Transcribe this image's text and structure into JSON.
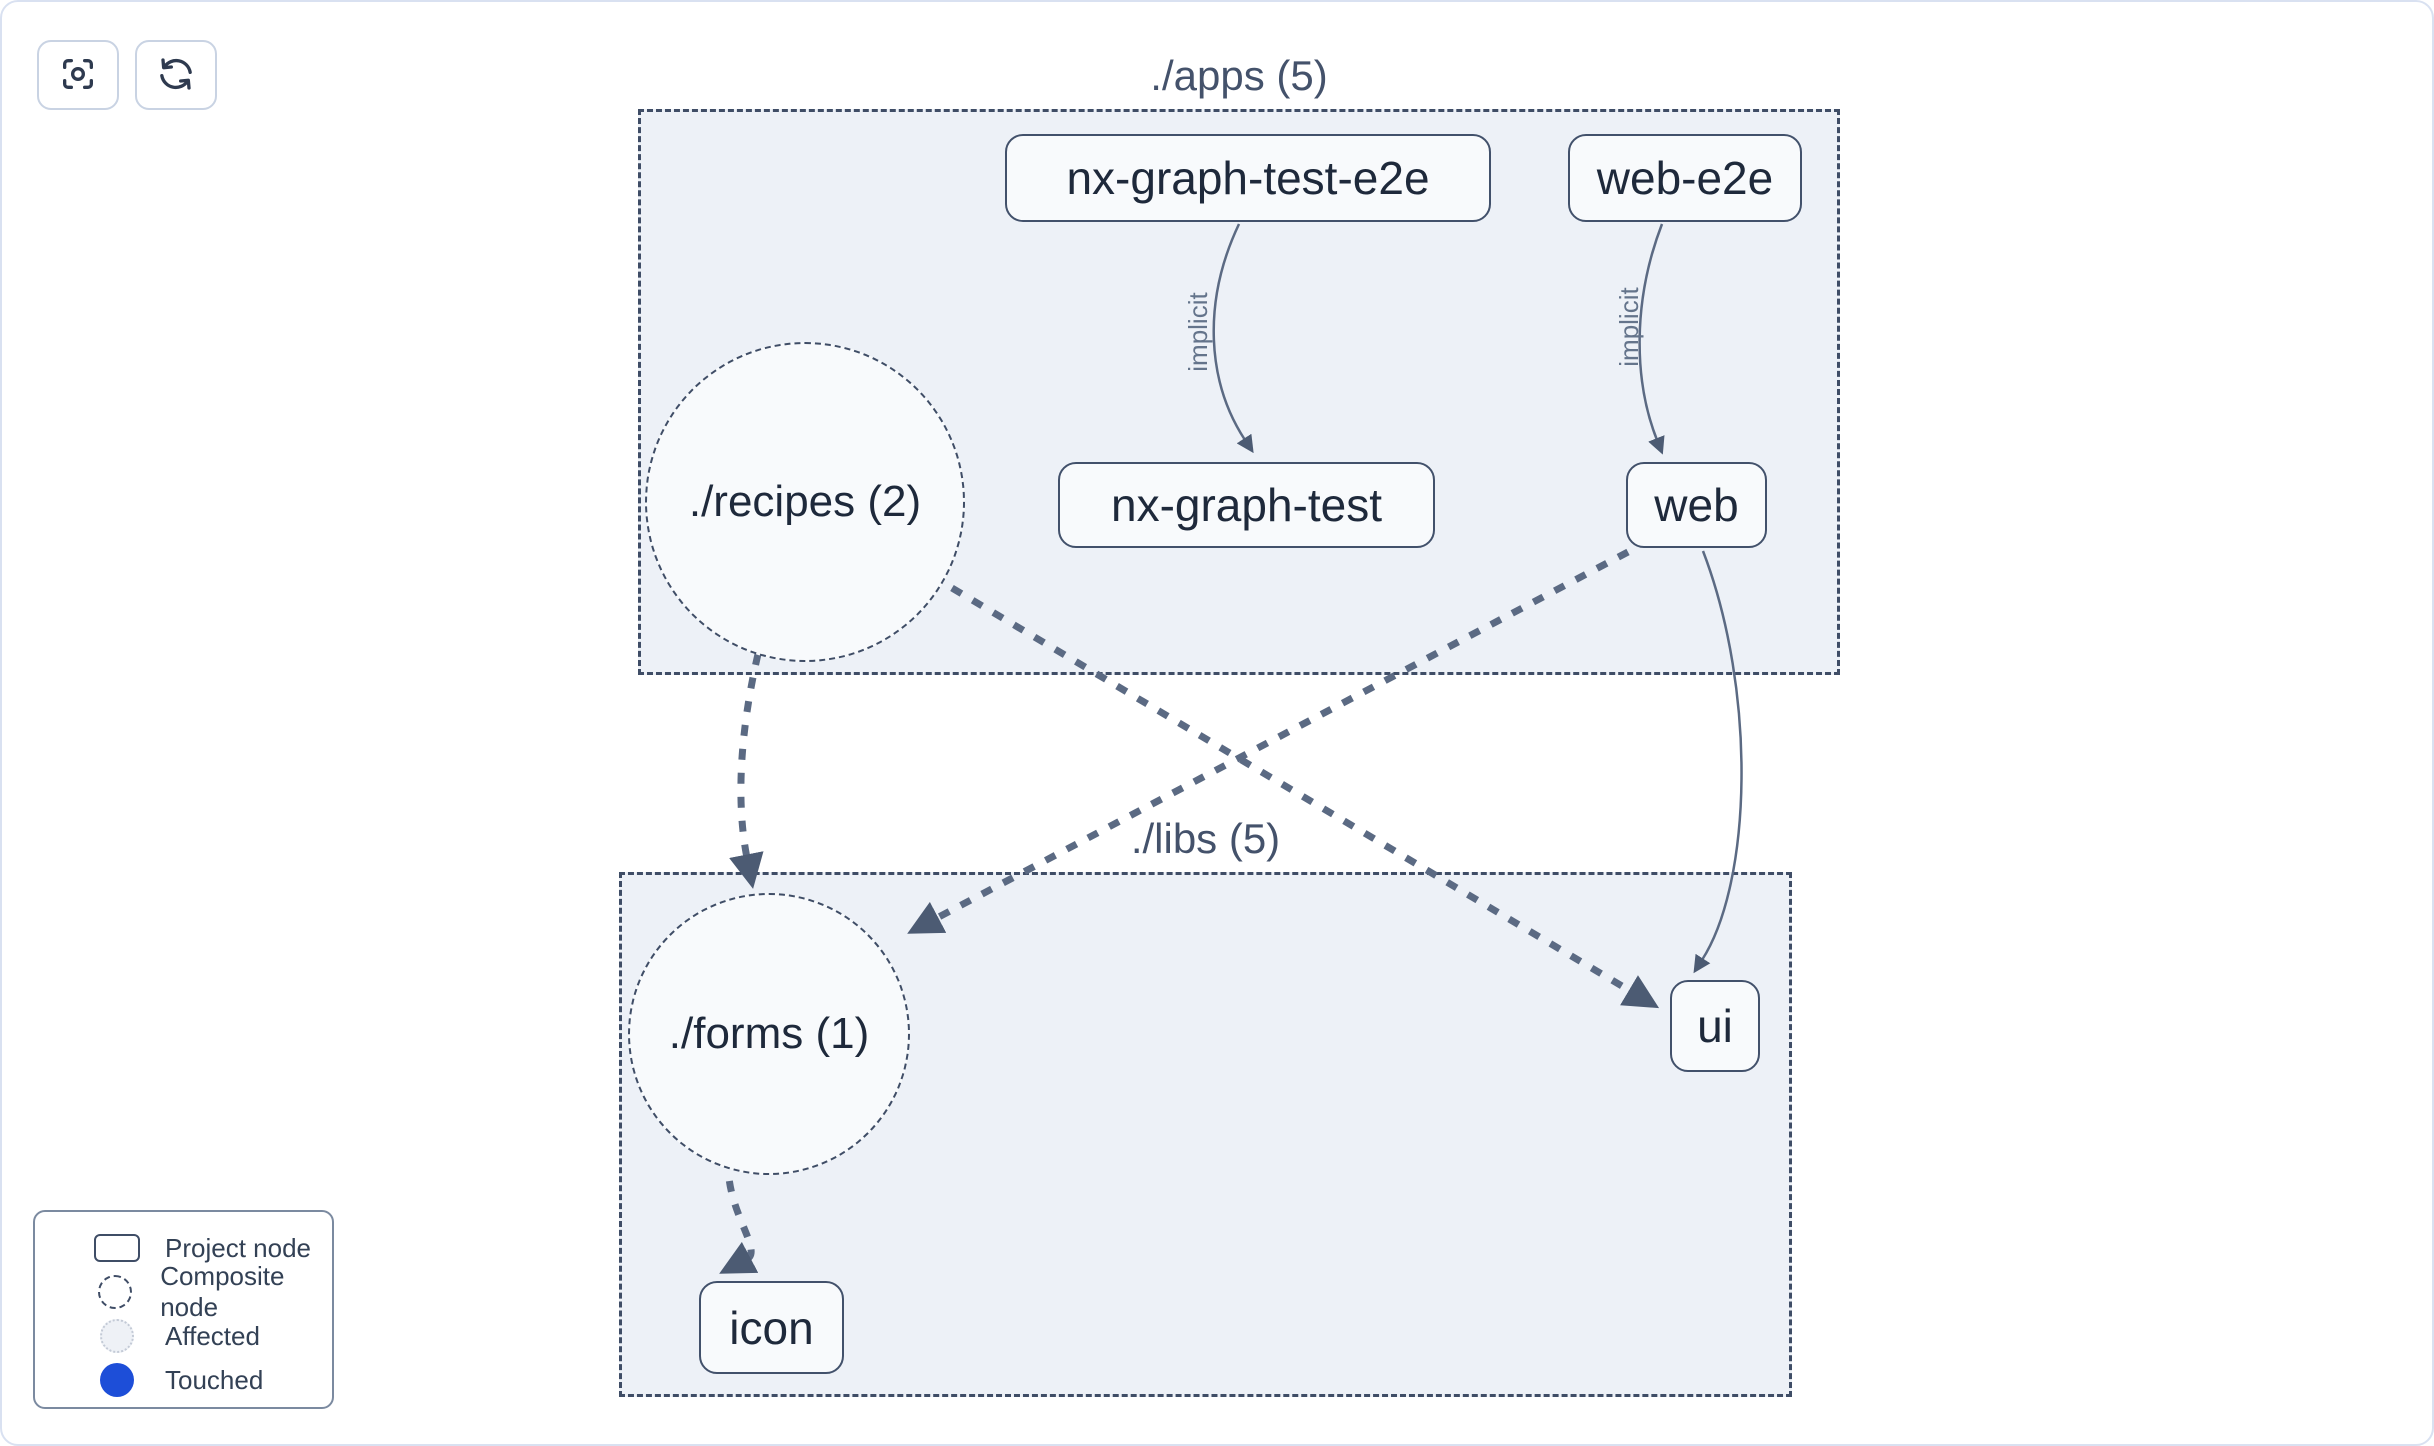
{
  "toolbar": {
    "buttons": [
      {
        "icon": "focus-icon"
      },
      {
        "icon": "refresh-icon"
      }
    ]
  },
  "graph": {
    "groups": [
      {
        "id": "apps",
        "label": "./apps (5)"
      },
      {
        "id": "libs",
        "label": "./libs (5)"
      }
    ],
    "composite_nodes": [
      {
        "label": "./recipes (2)"
      },
      {
        "label": "./forms (1)"
      }
    ],
    "project_nodes": [
      {
        "label": "nx-graph-test-e2e"
      },
      {
        "label": "web-e2e"
      },
      {
        "label": "nx-graph-test"
      },
      {
        "label": "web"
      },
      {
        "label": "ui"
      },
      {
        "label": "icon"
      }
    ],
    "edges": [
      {
        "from": "nx-graph-test-e2e",
        "to": "nx-graph-test",
        "label": "implicit",
        "style": "solid"
      },
      {
        "from": "web-e2e",
        "to": "web",
        "label": "implicit",
        "style": "solid"
      },
      {
        "from": "./recipes (2)",
        "to": "./forms (1)",
        "label": "",
        "style": "dashed"
      },
      {
        "from": "./recipes (2)",
        "to": "ui",
        "label": "",
        "style": "dashed"
      },
      {
        "from": "web",
        "to": "./forms (1)",
        "label": "",
        "style": "dashed"
      },
      {
        "from": "web",
        "to": "ui",
        "label": "",
        "style": "solid"
      },
      {
        "from": "./forms (1)",
        "to": "icon",
        "label": "",
        "style": "dashed"
      }
    ]
  },
  "legend": {
    "items": [
      {
        "swatch": "project-node-swatch",
        "label": "Project node"
      },
      {
        "swatch": "composite-node-swatch",
        "label": "Composite node"
      },
      {
        "swatch": "affected-swatch",
        "label": "Affected"
      },
      {
        "swatch": "touched-swatch",
        "label": "Touched"
      }
    ]
  },
  "colors": {
    "touched_blue": "#1d4ed8",
    "group_fill": "#edf1f7",
    "node_border": "#42516b",
    "edge": "#5b6a83"
  }
}
